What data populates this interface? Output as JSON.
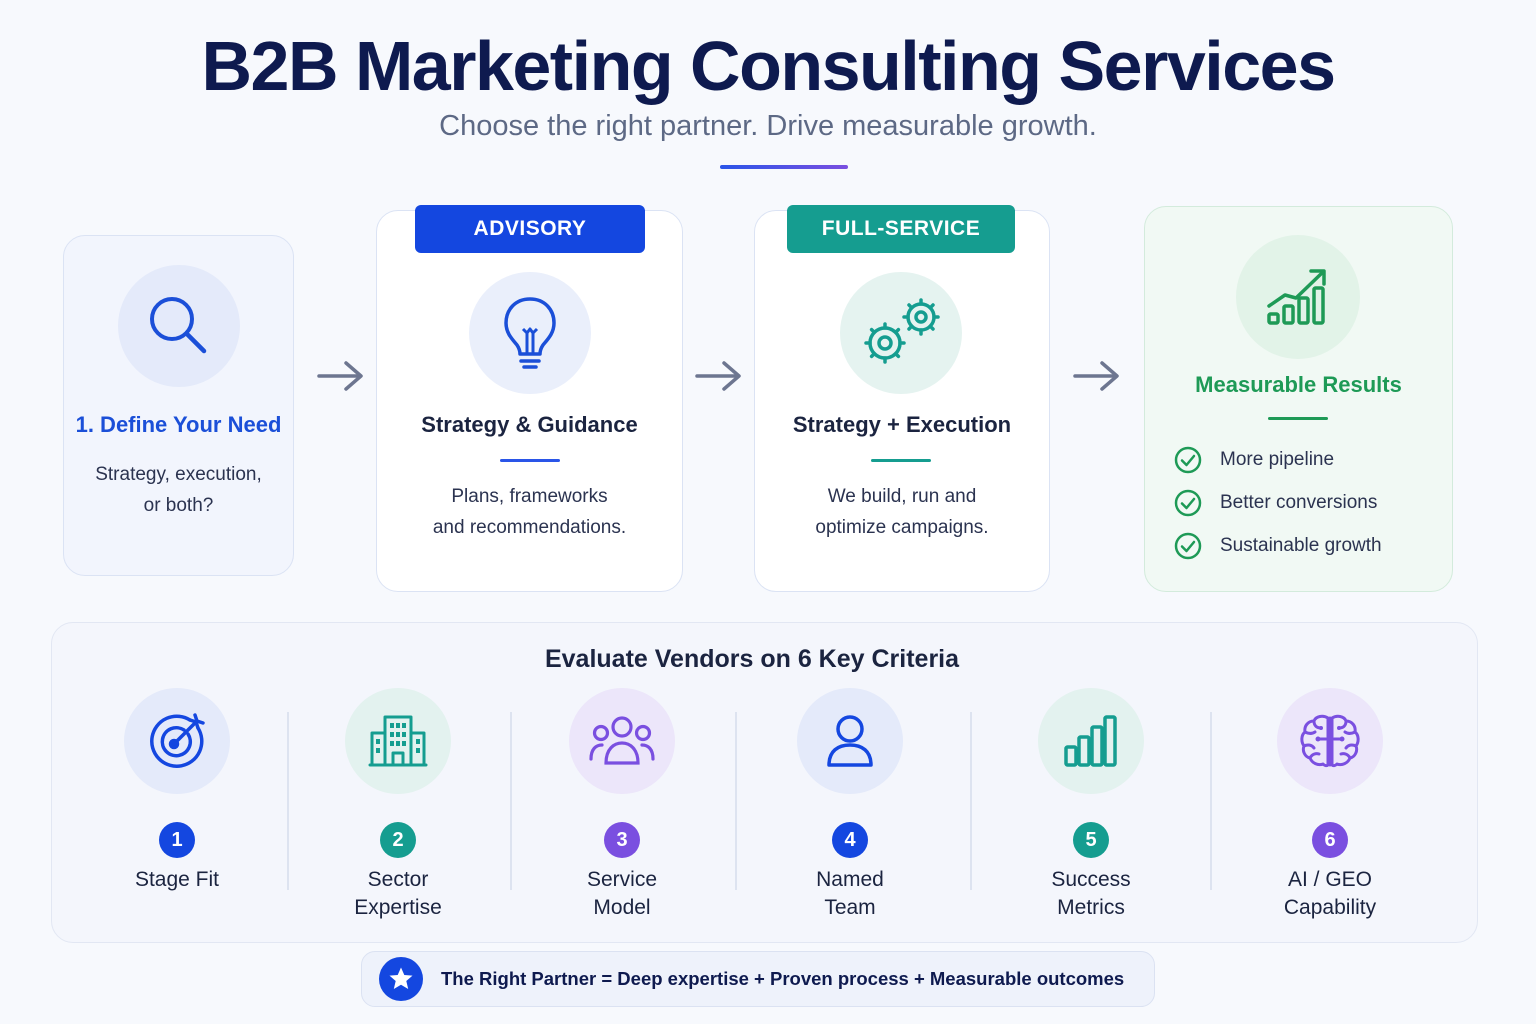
{
  "header": {
    "title": "B2B Marketing Consulting Services",
    "subtitle": "Choose the right partner. Drive measurable growth."
  },
  "steps": {
    "need": {
      "icon": "search-icon",
      "title": "1. Define Your Need",
      "description_lines": [
        "Strategy, execution,",
        "or both?"
      ]
    },
    "advisory": {
      "badge": "ADVISORY",
      "icon": "lightbulb-icon",
      "title": "Strategy & Guidance",
      "description_lines": [
        "Plans, frameworks",
        "and recommendations."
      ]
    },
    "full_service": {
      "badge": "FULL-SERVICE",
      "icon": "gears-icon",
      "title": "Strategy + Execution",
      "description_lines": [
        "We build, run and",
        "optimize campaigns."
      ]
    },
    "results": {
      "icon": "growth-chart-icon",
      "title": "Measurable Results",
      "bullets": [
        "More pipeline",
        "Better conversions",
        "Sustainable growth"
      ]
    }
  },
  "criteria": {
    "title": "Evaluate Vendors on 6 Key Criteria",
    "items": [
      {
        "number": "1",
        "label": "Stage Fit",
        "icon": "target-icon",
        "color": "#1447e0"
      },
      {
        "number": "2",
        "label": "Sector\nExpertise",
        "icon": "building-icon",
        "color": "#159d90"
      },
      {
        "number": "3",
        "label": "Service\nModel",
        "icon": "team-icon",
        "color": "#7a4fe0"
      },
      {
        "number": "4",
        "label": "Named\nTeam",
        "icon": "person-icon",
        "color": "#1447e0"
      },
      {
        "number": "5",
        "label": "Success\nMetrics",
        "icon": "bar-chart-icon",
        "color": "#159d90"
      },
      {
        "number": "6",
        "label": "AI / GEO\nCapability",
        "icon": "brain-icon",
        "color": "#7a4fe0"
      }
    ]
  },
  "footer": {
    "icon": "star-icon",
    "text": "The Right Partner = Deep expertise + Proven process + Measurable outcomes"
  },
  "colors": {
    "navy": "#0e1a4f",
    "blue": "#1447e0",
    "teal": "#159d90",
    "purple": "#7a4fe0",
    "green": "#1e9a56"
  }
}
